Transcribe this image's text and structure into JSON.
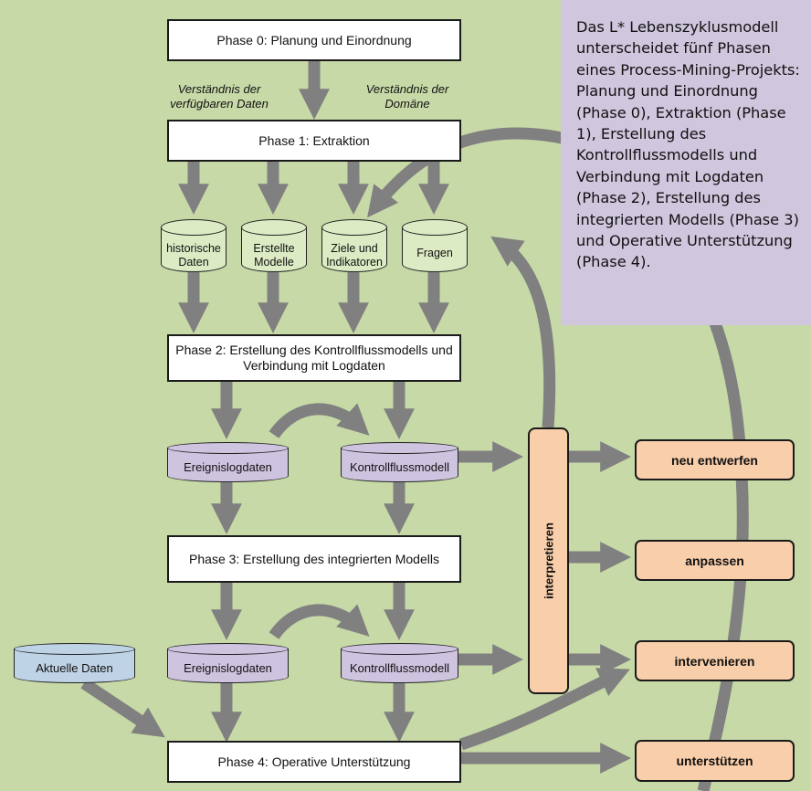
{
  "phases": {
    "p0": "Phase 0: Planung und Einordnung",
    "p1": "Phase 1: Extraktion",
    "p2_line1": "Phase 2: Erstellung des Kontrollflussmodells und",
    "p2_line2": "Verbindung mit Logdaten",
    "p3": "Phase 3: Erstellung des integrierten Modells",
    "p4": "Phase 4: Operative Unterstützung"
  },
  "notes": {
    "left_line1": "Verständnis der",
    "left_line2": "verfügbaren Daten",
    "right_line1": "Verständnis der",
    "right_line2": "Domäne"
  },
  "sources": {
    "historische_1": "historische",
    "historische_2": "Daten",
    "erstellte_1": "Erstellte",
    "erstellte_2": "Modelle",
    "ziele_1": "Ziele und",
    "ziele_2": "Indikatoren",
    "fragen": "Fragen"
  },
  "stores": {
    "ereignis_1": "Ereignislogdaten",
    "kontroll_1": "Kontrollflussmodell",
    "ereignis_2": "Ereignislogdaten",
    "kontroll_2": "Kontrollflussmodell",
    "aktuelle": "Aktuelle Daten"
  },
  "interpretieren": "interpretieren",
  "actions": {
    "neu_entwerfen": "neu entwerfen",
    "anpassen": "anpassen",
    "intervenieren": "intervenieren",
    "unterstuetzen": "unterstützen"
  },
  "info_text": "Das L* Lebenszyklusmodell unterscheidet fünf Phasen eines Process-Mining-Projekts: Planung und Einordnung (Phase 0), Extraktion (Phase 1), Erstellung des Kontrollflussmodells und Verbindung mit Logdaten (Phase 2), Erstellung des integrierten Modells (Phase 3) und Operative Unterstützung (Phase 4).",
  "colors": {
    "background": "#c7d9a7",
    "arrow": "#808080",
    "info_box": "#d0c6dd",
    "action": "#f9ceaa",
    "data_store": "#cfc4e0",
    "source": "#dcebc4",
    "current_data": "#bfd3e6"
  }
}
